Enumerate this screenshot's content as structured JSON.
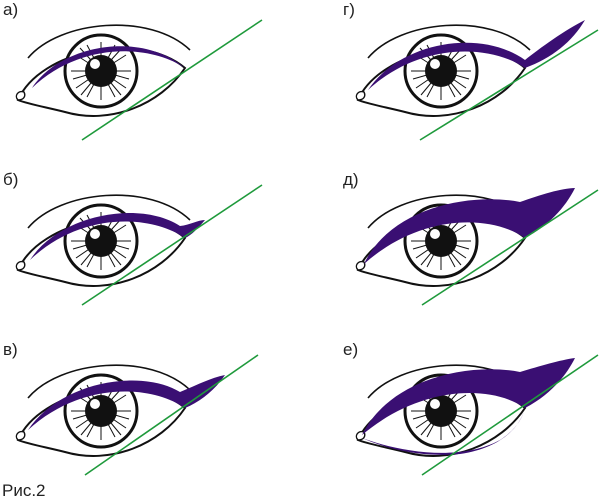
{
  "figure": {
    "caption": "Рис.2",
    "colors": {
      "liner": "#3a0f73",
      "outline": "#111111",
      "guide": "#1f9a3c",
      "background": "#ffffff"
    },
    "panels": [
      {
        "label": "а)",
        "liner_style": "thin"
      },
      {
        "label": "г)",
        "liner_style": "long-upturned-wing"
      },
      {
        "label": "б)",
        "liner_style": "short-wing"
      },
      {
        "label": "д)",
        "liner_style": "thick-wide-wing"
      },
      {
        "label": "в)",
        "liner_style": "extended-wing"
      },
      {
        "label": "е)",
        "liner_style": "full-wing-lower-lid"
      }
    ]
  }
}
